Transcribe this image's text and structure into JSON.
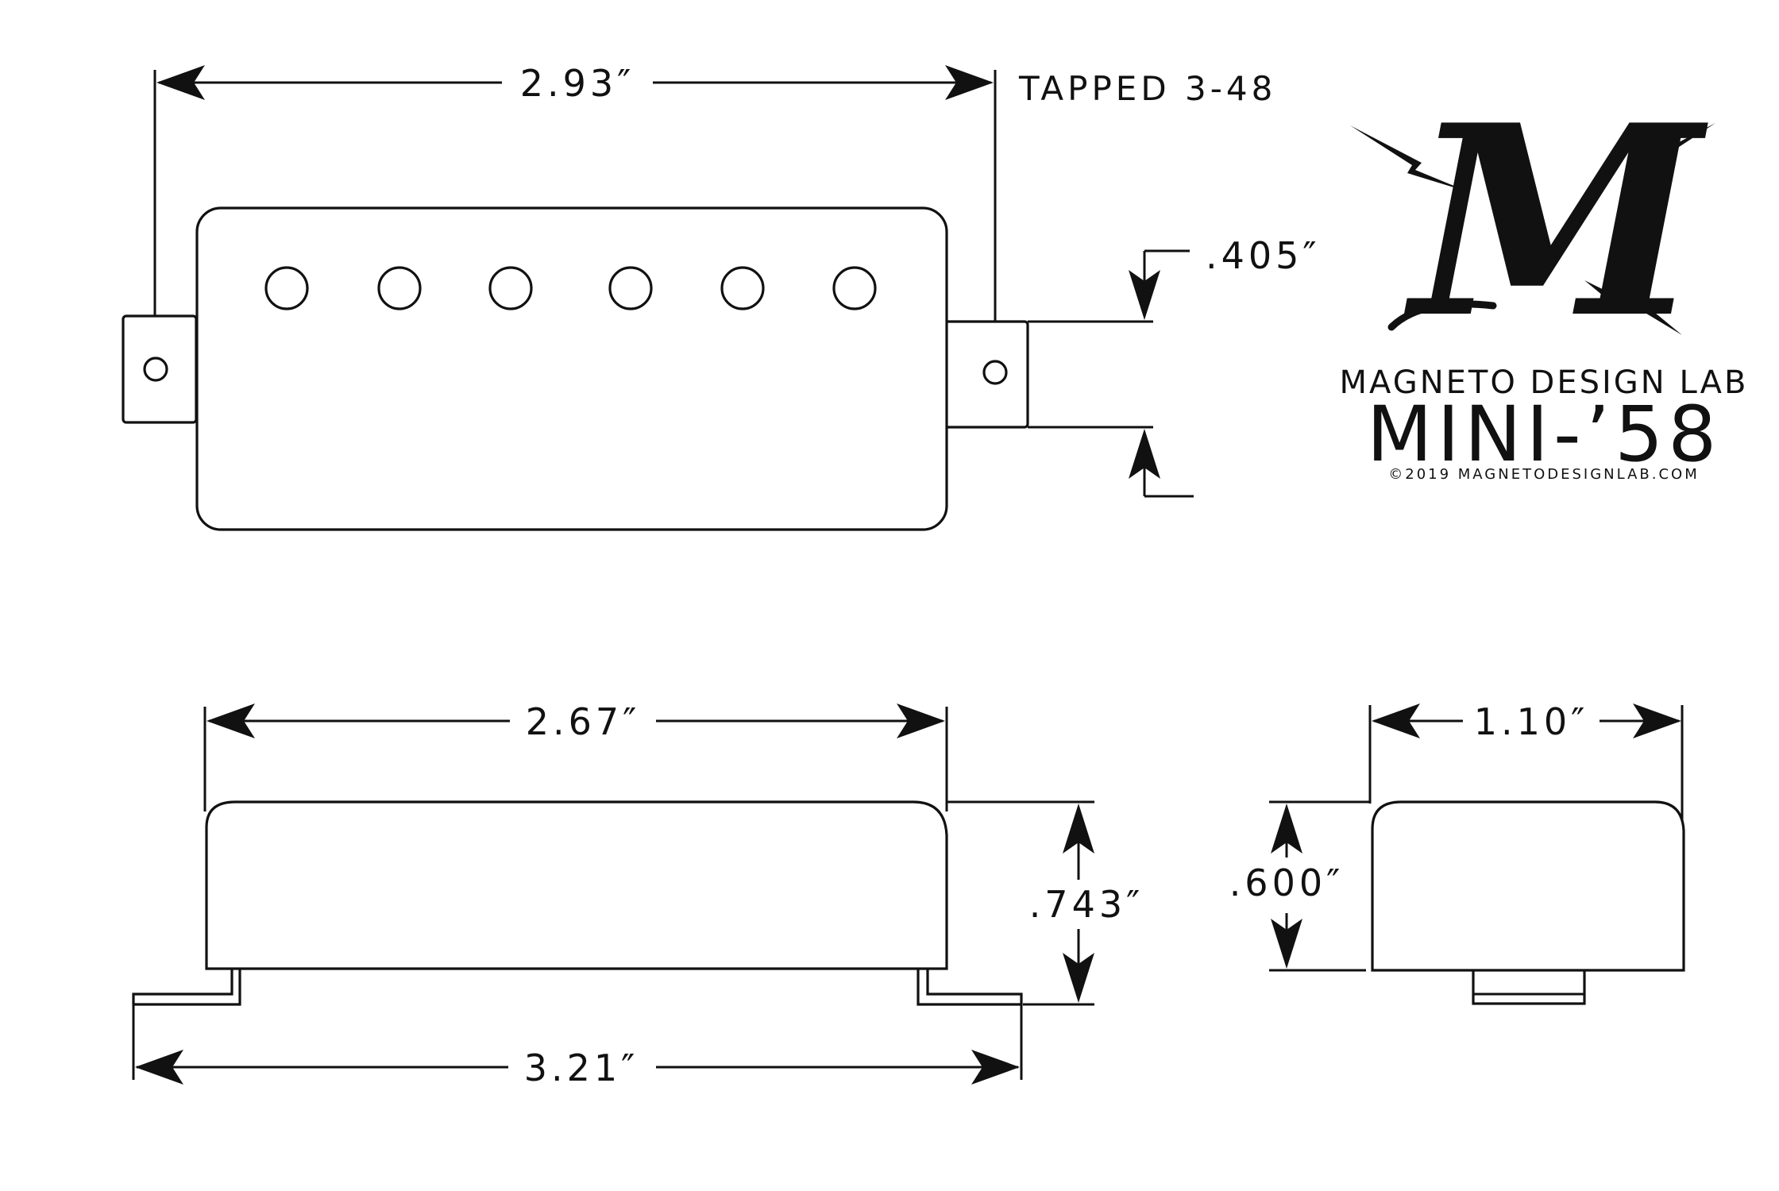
{
  "dimensions": {
    "top_length": "2.93″",
    "height_gap": ".405″",
    "side_cover_length": "2.67″",
    "side_height": ".743″",
    "overall_length": "3.21″",
    "end_width": "1.10″",
    "end_height": ".600″"
  },
  "notes": {
    "mount_thread": "TAPPED 3-48"
  },
  "brand": {
    "logo_letter": "M",
    "company": "MAGNETO DESIGN LAB",
    "model": "MINI-’58",
    "copyright": "©2019 MAGNETODESIGNLAB.COM"
  },
  "drawing": {
    "pole_piece_count": 6,
    "line_color": "#111111",
    "background": "#ffffff"
  }
}
